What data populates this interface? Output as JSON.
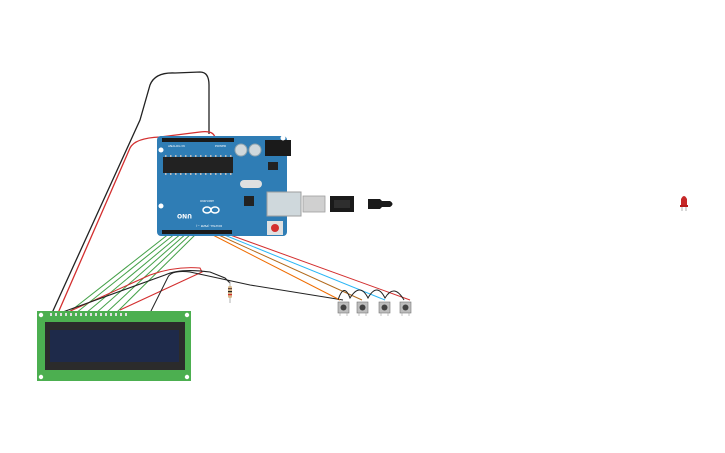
{
  "board": {
    "brand_text": "UNO",
    "logo_text": "ARDUINO",
    "digital_header": "DIGITAL (PWM ~)",
    "power_label": "POWER",
    "analog_label": "ANALOG IN",
    "color": "#2f7db5"
  },
  "lcd": {
    "board_color": "#4caf50",
    "screen_color": "#1e2a4a"
  },
  "wires": {
    "colors": [
      "#222222",
      "#d32f2f",
      "#43a047",
      "#ef6c00",
      "#29b6f6"
    ]
  },
  "buttons": {
    "count": 4
  },
  "led": {
    "color": "#c62828"
  }
}
